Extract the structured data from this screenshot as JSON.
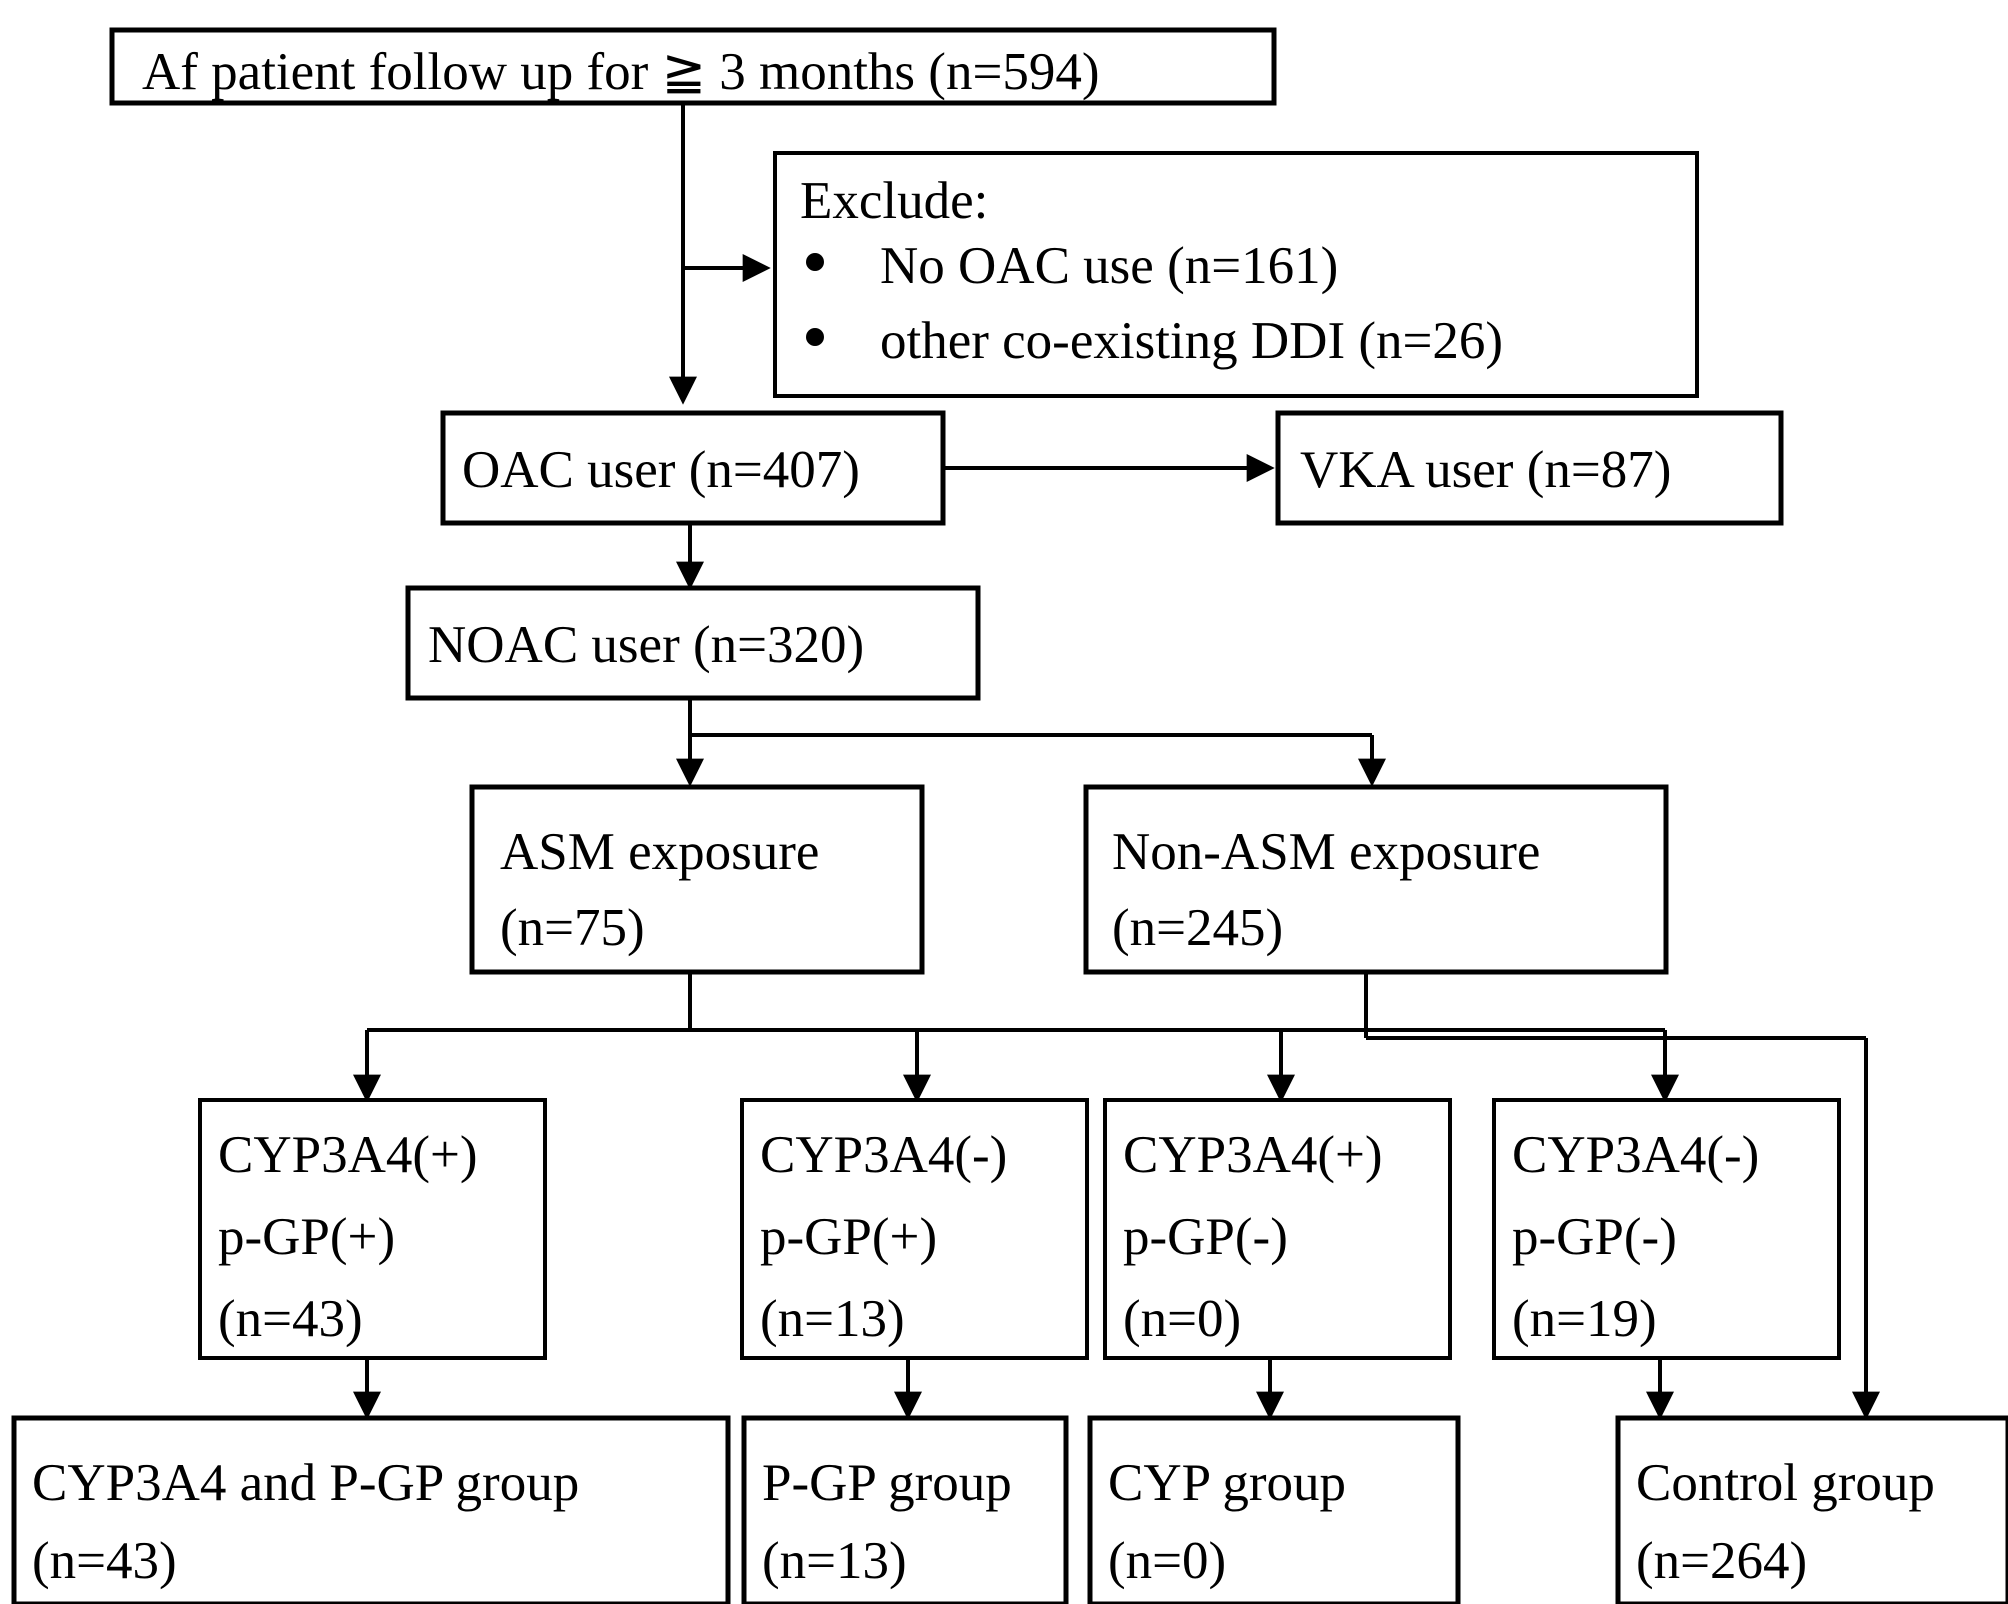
{
  "diagram": {
    "title": "Patient selection flowchart",
    "type": "flowchart",
    "colors": {
      "stroke": "#000000",
      "box_fill": "#ffffff",
      "background": "#ffffff",
      "text": "#000000"
    },
    "nodes": [
      {
        "id": "af-patients",
        "lines": [
          "Af patient follow up for ≧ 3 months (n=594)"
        ]
      },
      {
        "id": "exclude",
        "heading": "Exclude:",
        "bullets": [
          "No OAC use (n=161)",
          "other co-existing DDI (n=26)"
        ]
      },
      {
        "id": "oac-user",
        "lines": [
          "OAC user (n=407)"
        ]
      },
      {
        "id": "vka-user",
        "lines": [
          "VKA user (n=87)"
        ]
      },
      {
        "id": "noac-user",
        "lines": [
          "NOAC user (n=320)"
        ]
      },
      {
        "id": "asm-exposure",
        "lines": [
          "ASM exposure",
          "(n=75)"
        ]
      },
      {
        "id": "non-asm-exposure",
        "lines": [
          "Non-ASM exposure",
          "(n=245)"
        ]
      },
      {
        "id": "cyp-pos-pgp-pos",
        "lines": [
          "CYP3A4(+)",
          "p-GP(+)",
          "(n=43)"
        ]
      },
      {
        "id": "cyp-neg-pgp-pos",
        "lines": [
          "CYP3A4(-)",
          "p-GP(+)",
          "(n=13)"
        ]
      },
      {
        "id": "cyp-pos-pgp-neg",
        "lines": [
          "CYP3A4(+)",
          "p-GP(-)",
          "(n=0)"
        ]
      },
      {
        "id": "cyp-neg-pgp-neg",
        "lines": [
          "CYP3A4(-)",
          "p-GP(-)",
          "(n=19)"
        ]
      },
      {
        "id": "cyp-and-pgp-group",
        "lines": [
          "CYP3A4 and P-GP group",
          "(n=43)"
        ]
      },
      {
        "id": "pgp-group",
        "lines": [
          "P-GP group",
          "(n=13)"
        ]
      },
      {
        "id": "cyp-group",
        "lines": [
          "CYP group",
          "(n=0)"
        ]
      },
      {
        "id": "control-group",
        "lines": [
          "Control group",
          "(n=264)"
        ]
      }
    ],
    "text": {
      "af_patients_line1": "Af patient follow up for ≧ 3 months (n=594)",
      "exclude_heading": "Exclude:",
      "exclude_bullet1": "No OAC use (n=161)",
      "exclude_bullet2": "other co-existing DDI (n=26)",
      "oac_user": "OAC user (n=407)",
      "vka_user": "VKA user (n=87)",
      "noac_user": "NOAC user (n=320)",
      "asm_exposure_l1": "ASM exposure",
      "asm_exposure_l2": "(n=75)",
      "non_asm_exposure_l1": "Non-ASM exposure",
      "non_asm_exposure_l2": "(n=245)",
      "cyp_pos_pgp_pos_l1": "CYP3A4(+)",
      "cyp_pos_pgp_pos_l2": "p-GP(+)",
      "cyp_pos_pgp_pos_l3": "(n=43)",
      "cyp_neg_pgp_pos_l1": "CYP3A4(-)",
      "cyp_neg_pgp_pos_l2": "p-GP(+)",
      "cyp_neg_pgp_pos_l3": "(n=13)",
      "cyp_pos_pgp_neg_l1": "CYP3A4(+)",
      "cyp_pos_pgp_neg_l2": "p-GP(-)",
      "cyp_pos_pgp_neg_l3": "(n=0)",
      "cyp_neg_pgp_neg_l1": "CYP3A4(-)",
      "cyp_neg_pgp_neg_l2": "p-GP(-)",
      "cyp_neg_pgp_neg_l3": "(n=19)",
      "cyp_and_pgp_group_l1": "CYP3A4 and P-GP group",
      "cyp_and_pgp_group_l2": "(n=43)",
      "pgp_group_l1": "P-GP group",
      "pgp_group_l2": "(n=13)",
      "cyp_group_l1": "CYP group",
      "cyp_group_l2": "(n=0)",
      "control_group_l1": "Control group",
      "control_group_l2": "(n=264)"
    }
  }
}
